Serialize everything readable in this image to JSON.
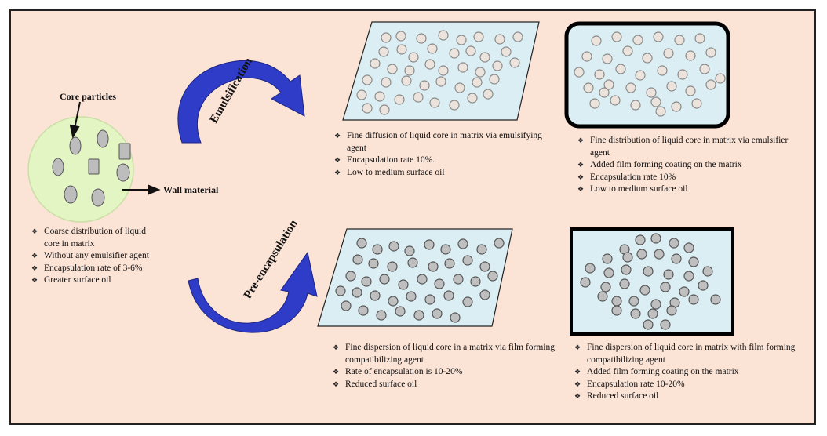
{
  "colors": {
    "background": "#fbe3d6",
    "matrix_fill": "#dbeef4",
    "sphere_fill": "#e4f5c4",
    "arrow_fill": "#2e3cc8",
    "particle_grey": "#bfbfbf",
    "droplet_light": "#ece4dc"
  },
  "labels": {
    "core_particles": "Core particles",
    "wall_material": "Wall material",
    "emulsification": "Emulsification",
    "pre_encapsulation": "Pre-encapsulation"
  },
  "lists": {
    "coarse": [
      "Coarse distribution of liquid core in matrix",
      "Without any emulsifier agent",
      "Encapsulation rate of 3-6%",
      "Greater surface oil"
    ],
    "emul_plain": [
      "Fine diffusion of liquid core in matrix via emulsifying agent",
      "Encapsulation rate 10%.",
      "Low to medium surface oil"
    ],
    "emul_coated": [
      "Fine distribution of liquid core in matrix via emulsifier agent",
      "Added film forming coating on the matrix",
      "Encapsulation rate 10%",
      "Low to medium surface oil"
    ],
    "pre_plain": [
      "Fine dispersion of liquid core in a matrix via film forming compatibilizing agent",
      "Rate of encapsulation is 10-20%",
      "Reduced surface oil"
    ],
    "pre_coated": [
      "Fine dispersion of liquid core in matrix with film forming compatibilizing agent",
      "Added film forming coating on the matrix",
      "Encapsulation rate 10-20%",
      "Reduced surface oil"
    ]
  }
}
